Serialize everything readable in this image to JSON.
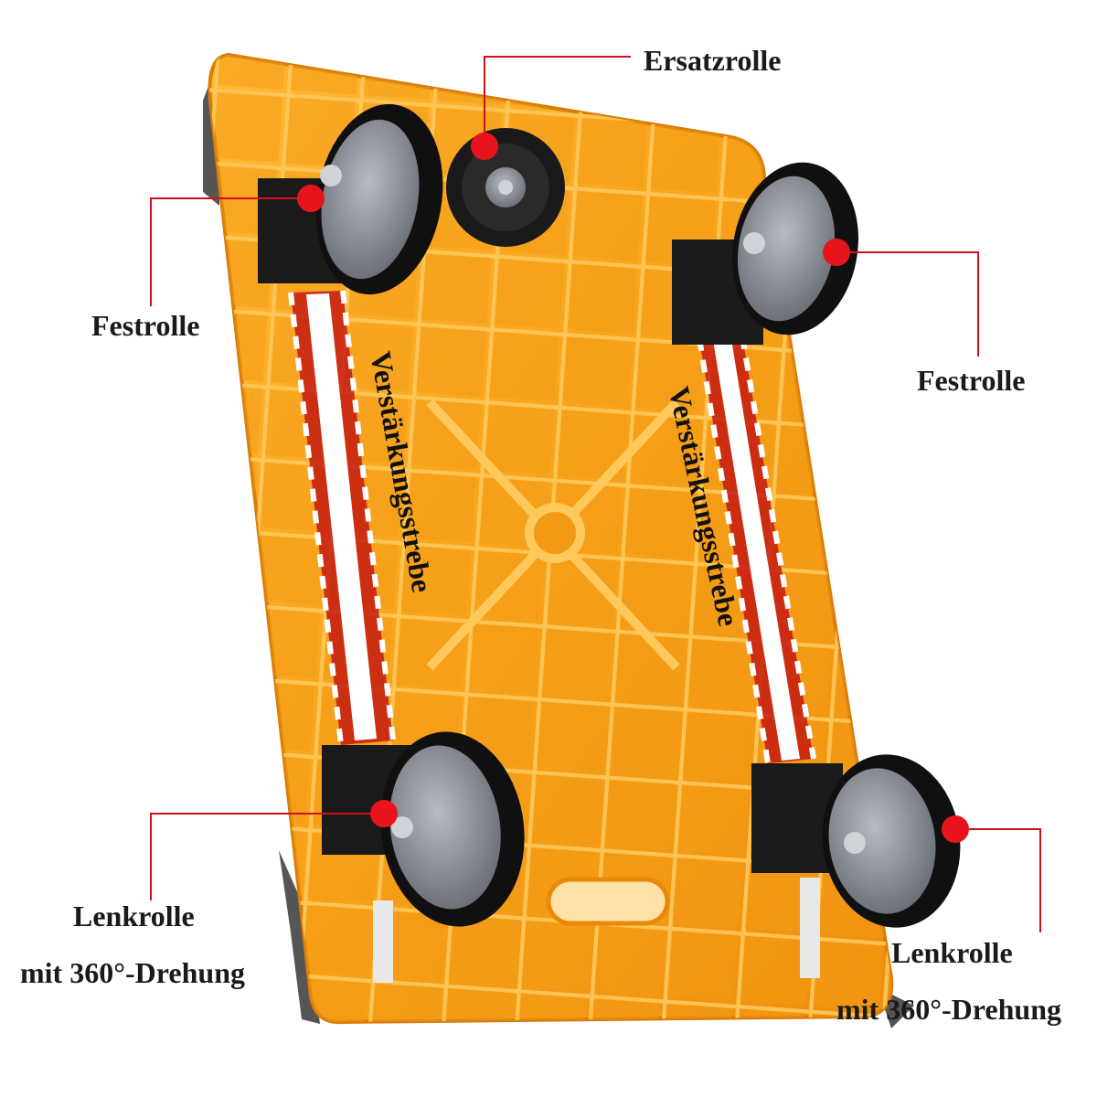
{
  "labels": {
    "spare_wheel": "Ersatzrolle",
    "fixed_wheel_left": "Festrolle",
    "fixed_wheel_right": "Festrolle",
    "brace_left": "Verstärkungsstrebe",
    "brace_right": "Verstärkungsstrebe",
    "swivel_left_line1": "Lenkrolle",
    "swivel_left_line2": "mit 360°-Drehung",
    "swivel_right_line1": "Lenkrolle",
    "swivel_right_line2": "mit 360°-Drehung"
  },
  "colors": {
    "platform": "#f7a21b",
    "platform_dark": "#e0830a",
    "rib": "#ffc24a",
    "edge_gray": "#5b5b5b",
    "wheel_tire": "#111111",
    "wheel_hub": "#8f939a",
    "callout_line": "#d0101a",
    "callout_dot": "#e8141c",
    "brace_dash": "#ffffff",
    "brace_red": "#c41a10"
  },
  "icons": {
    "wheel": "caster-wheel-icon",
    "dot": "callout-dot-icon"
  }
}
